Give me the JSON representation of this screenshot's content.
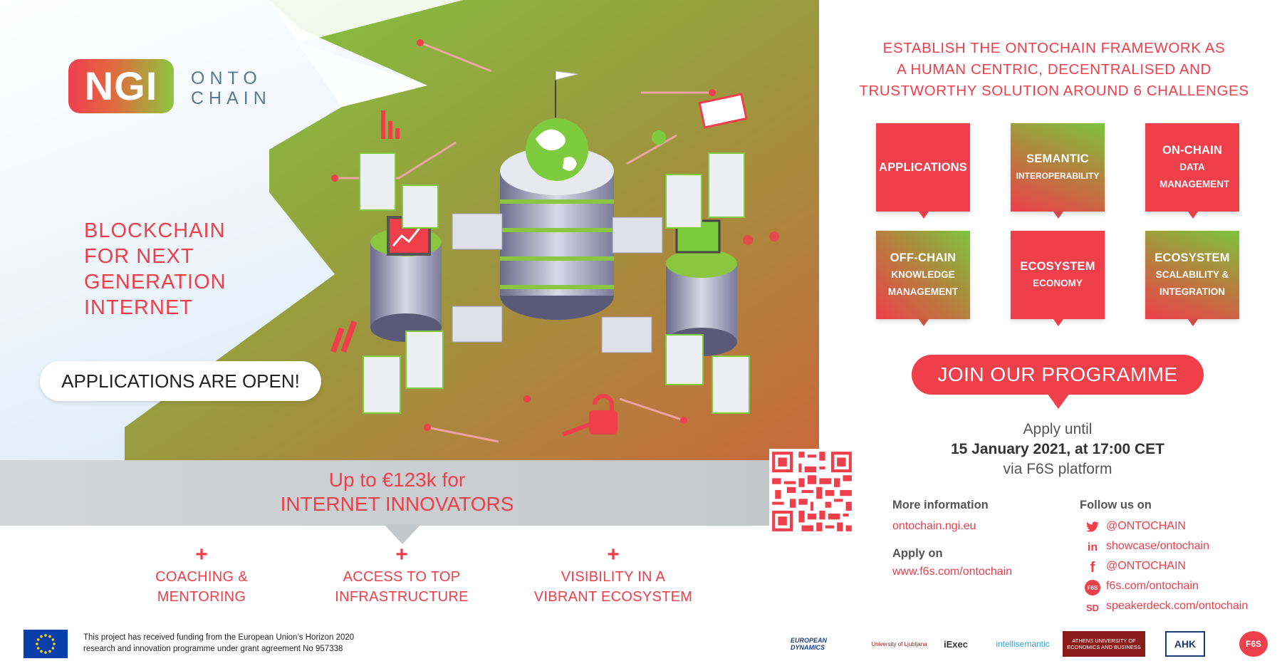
{
  "colors": {
    "accent": "#ee3f4b",
    "green": "#7ec43f",
    "grey_band": "#c4c8cb"
  },
  "logo": {
    "ngi": "NGI",
    "onto": "ONTO",
    "chain": "CHAIN"
  },
  "hero": {
    "title_lines": [
      "BLOCKCHAIN",
      "FOR NEXT",
      "GENERATION",
      "INTERNET"
    ],
    "apps_open": "APPLICATIONS ARE OPEN!"
  },
  "band": {
    "line1": "Up to €123k for",
    "line2": "INTERNET INNOVATORS"
  },
  "benefits": [
    {
      "plus": "+",
      "l1": "COACHING &",
      "l2": "MENTORING"
    },
    {
      "plus": "+",
      "l1": "ACCESS TO TOP",
      "l2": "INFRASTRUCTURE"
    },
    {
      "plus": "+",
      "l1": "VISIBILITY IN A",
      "l2": "VIBRANT ECOSYSTEM"
    }
  ],
  "footer": {
    "eu_line1": "This project has received funding from the European Union’s Horizon 2020",
    "eu_line2": "research and innovation programme under grant agreement No 957338",
    "sponsors": [
      "EUROPEAN DYNAMICS",
      "University of Ljubljana",
      "iExec",
      "intellisemantic",
      "ATHENS UNIVERSITY OF ECONOMICS AND BUSINESS",
      "AHK",
      "F6S"
    ]
  },
  "right": {
    "heading": [
      "ESTABLISH THE ONTOCHAIN FRAMEWORK AS",
      "A HUMAN CENTRIC, DECENTRALISED AND",
      "TRUSTWORTHY SOLUTION AROUND 6 CHALLENGES"
    ],
    "cards": [
      {
        "t1": "APPLICATIONS",
        "t2": ""
      },
      {
        "t1": "SEMANTIC",
        "t2": "INTEROPERABILITY"
      },
      {
        "t1": "ON-CHAIN",
        "t2": "DATA MANAGEMENT"
      },
      {
        "t1": "OFF-CHAIN",
        "t2": "KNOWLEDGE MANAGEMENT"
      },
      {
        "t1": "ECOSYSTEM",
        "t2": "ECONOMY"
      },
      {
        "t1": "ECOSYSTEM",
        "t2": "SCALABILITY & INTEGRATION"
      }
    ],
    "join": "JOIN OUR PROGRAMME",
    "apply_until": "Apply until",
    "deadline": "15 January 2021, at 17:00 CET",
    "via": "via F6S platform",
    "more_info_h": "More information",
    "more_info_link": "ontochain.ngi.eu",
    "apply_on_h": "Apply on",
    "apply_on_link": "www.f6s.com/ontochain",
    "follow_h": "Follow us on",
    "social": [
      {
        "icon": "twitter-icon",
        "glyph": "🐦",
        "text": "@ONTOCHAIN"
      },
      {
        "icon": "linkedin-icon",
        "glyph": "in",
        "text": "showcase/ontochain"
      },
      {
        "icon": "facebook-icon",
        "glyph": "f",
        "text": "@ONTOCHAIN"
      },
      {
        "icon": "f6s-icon",
        "glyph": "F6S",
        "text": "f6s.com/ontochain"
      },
      {
        "icon": "speakerdeck-icon",
        "glyph": "SD",
        "text": "speakerdeck.com/ontochain"
      }
    ]
  }
}
